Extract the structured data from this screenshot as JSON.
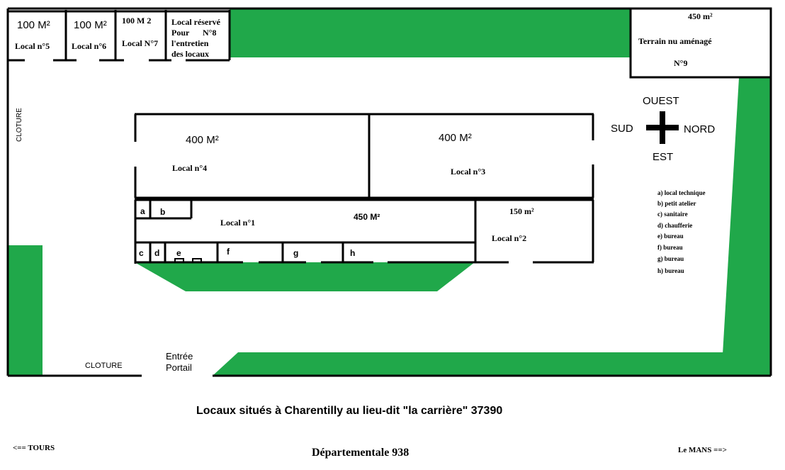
{
  "colors": {
    "green": "#20a84a",
    "wall": "#000000",
    "background": "#ffffff"
  },
  "units": {
    "local5": {
      "area": "100 M²",
      "name": "Local n°5"
    },
    "local6": {
      "area": "100 M²",
      "name": "Local n°6"
    },
    "local7": {
      "area": "100 M 2",
      "name": "Local N°7"
    },
    "local8": {
      "line1": "Local réservé",
      "line2": "Pour",
      "line2b": "N°8",
      "line3": "l'entretien",
      "line4": "des locaux"
    },
    "local9": {
      "area": "450 m²",
      "desc": "Terrain nu aménagé",
      "name": "N°9"
    },
    "local4": {
      "area": "400 M²",
      "name": "Local n°4"
    },
    "local3": {
      "area": "400 M²",
      "name": "Local n°3"
    },
    "local1": {
      "area": "450 M²",
      "name": "Local n°1"
    },
    "local2": {
      "area": "150 m²",
      "name": "Local n°2"
    }
  },
  "rooms": {
    "a": "a",
    "b": "b",
    "c": "c",
    "d": "d",
    "e": "e",
    "f": "f",
    "g": "g",
    "h": "h"
  },
  "compass": {
    "north": "NORD",
    "south": "SUD",
    "east": "EST",
    "west": "OUEST"
  },
  "legend": [
    "a) local technique",
    "b) petit atelier",
    "c) sanitaire",
    "d) chaufferie",
    "e) bureau",
    "f) bureau",
    "g) bureau",
    "h) bureau"
  ],
  "labels": {
    "fence_left": "CLOTURE",
    "fence_bottom": "CLOTURE",
    "entrance_line1": "Entrée",
    "entrance_line2": "Portail"
  },
  "footer": {
    "title": "Locaux situés à Charentilly au lieu-dit \"la carrière\" 37390",
    "road": "Départementale 938",
    "left_direction": "<== TOURS",
    "right_direction": "Le MANS ==>"
  }
}
